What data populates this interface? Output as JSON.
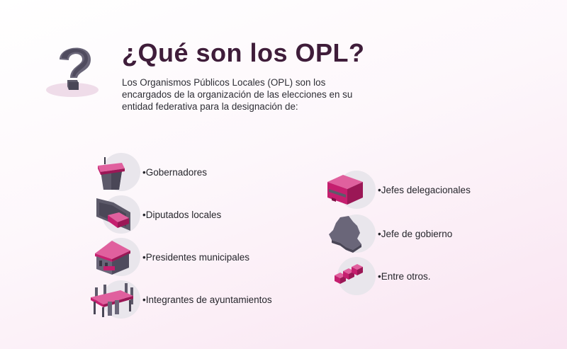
{
  "header": {
    "title": "¿Qué son los OPL?",
    "intro": "Los Organismos Públicos Locales (OPL) son los encargados de la organización de las elecciones en su entidad federativa para la designación de:"
  },
  "left_items": [
    {
      "label": "•Gobernadores",
      "icon": "podium-icon"
    },
    {
      "label": "•Diputados locales",
      "icon": "congress-chamber-icon"
    },
    {
      "label": "•Presidentes municipales",
      "icon": "municipal-building-icon"
    },
    {
      "label": "•Integrantes de ayuntamientos",
      "icon": "council-table-icon"
    }
  ],
  "right_items": [
    {
      "label": "•Jefes delegacionales",
      "icon": "delegation-office-icon"
    },
    {
      "label": "•Jefe de gobierno",
      "icon": "city-map-icon"
    },
    {
      "label": "•Entre otros.",
      "icon": "blocks-icon"
    }
  ],
  "colors": {
    "title": "#3f1d3a",
    "accent": "#c51f6f",
    "icon_gray": "#5d5a6a",
    "circle": "#e9e6ec"
  }
}
